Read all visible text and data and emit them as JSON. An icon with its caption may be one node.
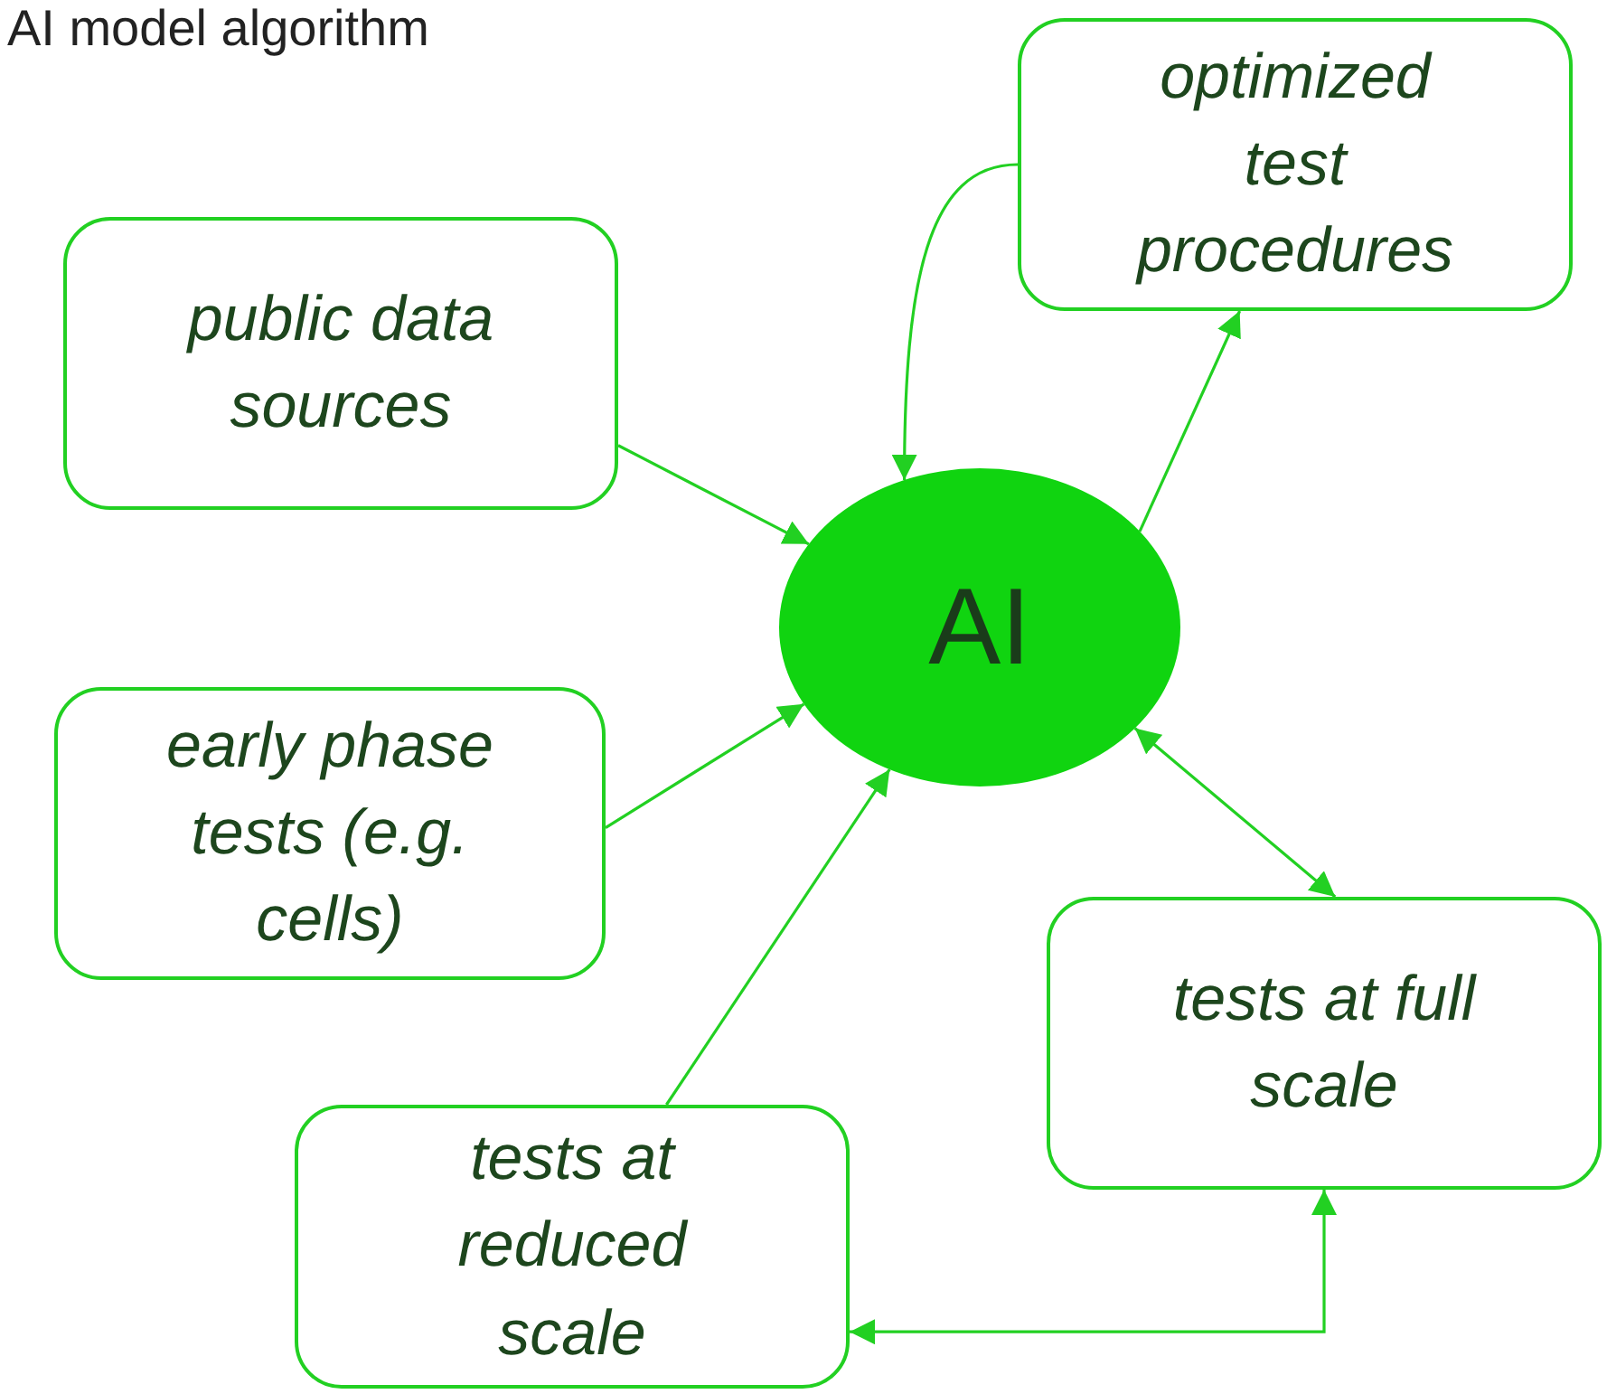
{
  "diagram": {
    "title": "AI model algorithm",
    "nodes": [
      {
        "text": [
          "optimized test procedures"
        ]
      },
      {
        "text": [
          "public data sources"
        ]
      },
      {
        "text": [
          "AI"
        ]
      },
      {
        "text": [
          "early phase tests (e.g. cells)"
        ]
      },
      {
        "text": [
          "tests at full scale"
        ]
      },
      {
        "text": [
          "tests at reduced scale"
        ]
      }
    ],
    "edges": [
      {
        "from": 1,
        "to": 2,
        "arrow": "to"
      },
      {
        "from": 3,
        "to": 2,
        "arrow": "to"
      },
      {
        "from": 5,
        "to": 2,
        "arrow": "to"
      },
      {
        "from": 0,
        "to": 2,
        "arrow": "to"
      },
      {
        "from": 2,
        "to": 0,
        "arrow": "to"
      },
      {
        "from": 2,
        "to": 4,
        "arrow": "both"
      },
      {
        "from": 4,
        "to": 5,
        "arrow": "both"
      }
    ]
  }
}
